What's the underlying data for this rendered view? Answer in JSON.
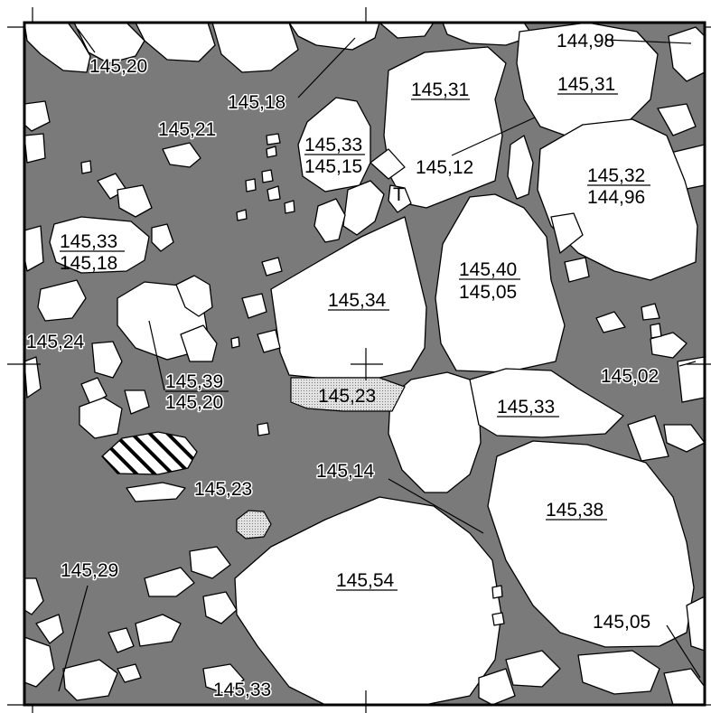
{
  "map": {
    "labels": {
      "l1": "145,20",
      "l2": "145,18",
      "l3": "145,21",
      "l4": "145,31",
      "l5": "144,98",
      "l6": "145,31",
      "l7a": "145,33",
      "l7b": "145,15",
      "l8": "145,12",
      "l9a": "145,32",
      "l9b": "144,96",
      "l10": "T",
      "l11a": "145,33",
      "l11b": "145,18",
      "l12a": "145,40",
      "l12b": "145,05",
      "l13": "145,34",
      "l14": "145,24",
      "l15a": "145,39",
      "l15b": "145,20",
      "l16": "145,23",
      "l17": "145,33",
      "l18": "145,02",
      "l19": "145,14",
      "l20": "145,23",
      "l21": "145,38",
      "l22": "145,29",
      "l23": "145,54",
      "l24": "145,05",
      "l25": "145,33"
    },
    "colors": {
      "fill": "#7a7a7a",
      "stone": "#ffffff",
      "outline": "#000000",
      "stipple": "#cfcfcf"
    }
  }
}
